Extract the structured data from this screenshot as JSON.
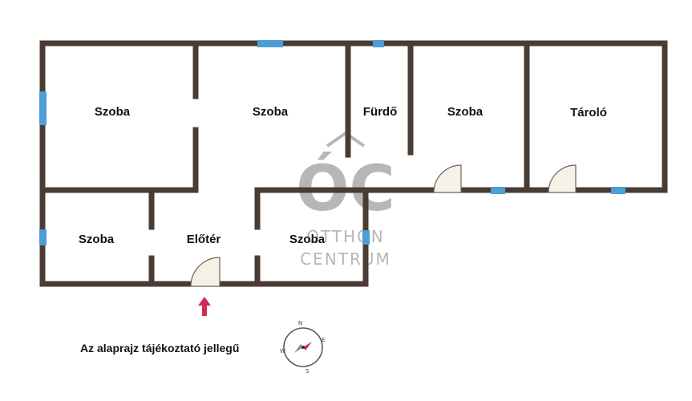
{
  "rooms": {
    "room1": "Szoba",
    "room2": "Szoba",
    "bathroom": "Fürdő",
    "room3": "Szoba",
    "storage": "Tároló",
    "room4": "Szoba",
    "hall": "Előtér",
    "room5": "Szoba"
  },
  "watermark": {
    "logo_letters": "ÓC",
    "line1": "OTTHON",
    "line2": "CENTRUM"
  },
  "note": "Az alaprajz tájékoztató jellegű",
  "compass": {
    "n": "N",
    "e": "E",
    "s": "S",
    "w": "W"
  },
  "colors": {
    "wall": "#4a3b34",
    "window": "#4a9fd4",
    "door_fill": "#f6f1e7",
    "entrance_arrow": "#cc2f55",
    "watermark": "#b7b7b7"
  }
}
